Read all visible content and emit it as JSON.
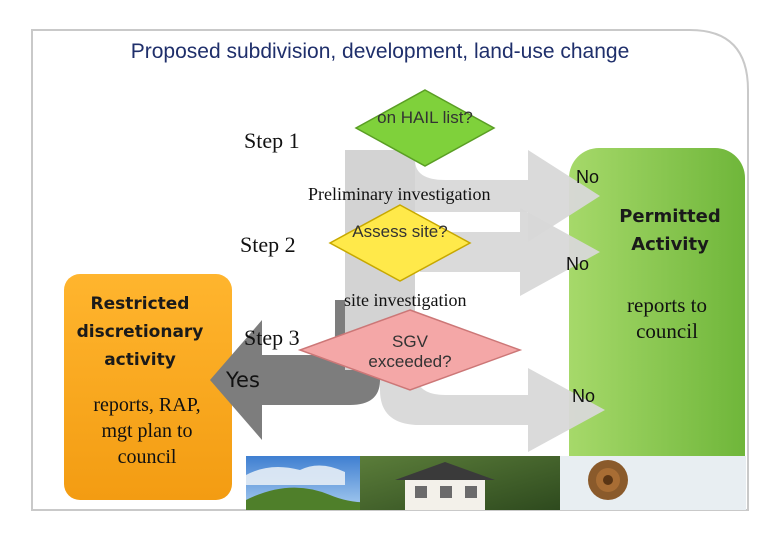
{
  "title": "Proposed subdivision, development, land-use change",
  "steps": {
    "step1": "Step 1",
    "step2": "Step 2",
    "step3": "Step 3"
  },
  "decisions": {
    "hail": "on HAIL list?",
    "assess": "Assess site?",
    "sgv": "SGV exceeded?"
  },
  "flows": {
    "preliminary": "Preliminary investigation",
    "site_investigation": "site investigation"
  },
  "branches": {
    "no1": "No",
    "no2": "No",
    "no3": "No",
    "yes": "Yes"
  },
  "outcomes": {
    "permitted_title": "Permitted Activity",
    "permitted_note": "reports  to council",
    "restricted_title": "Restricted discretionary activity",
    "restricted_note": "reports, RAP, mgt plan to council"
  },
  "colors": {
    "title": "#1f2f6b",
    "green_box": "#7ac043",
    "orange_box": "#f5a623",
    "hail_diamond": "#7fd13b",
    "assess_diamond": "#ffe94a",
    "sgv_diamond": "#f4a7a7",
    "arrow_light": "#d0d0d0",
    "arrow_dark": "#7d7d7d"
  }
}
